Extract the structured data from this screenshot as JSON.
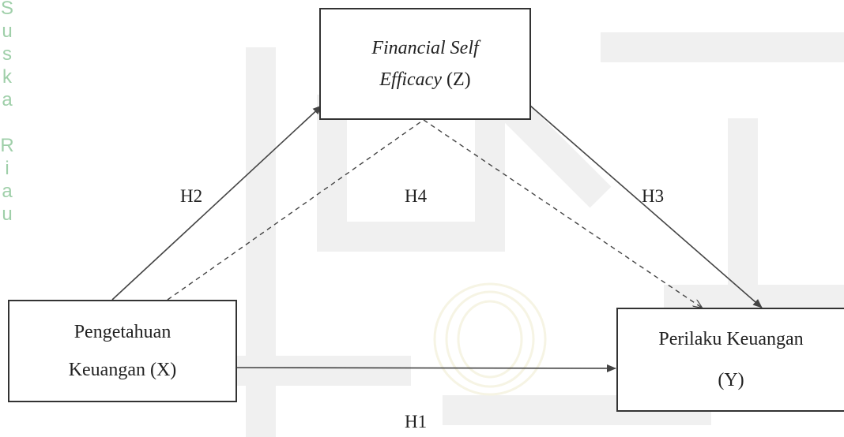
{
  "nodes": {
    "z": {
      "line1": "Financial Self",
      "line2_italic": "Efficacy",
      "line2_rest": " (Z)"
    },
    "x": {
      "line1": "Pengetahuan",
      "line2": "Keuangan (X)"
    },
    "y": {
      "line1": "Perilaku Keuangan",
      "line2": "(Y)"
    }
  },
  "edges": [
    {
      "label": "H1",
      "from": "X",
      "to": "Y",
      "style": "solid"
    },
    {
      "label": "H2",
      "from": "X",
      "to": "Z",
      "style": "solid"
    },
    {
      "label": "H3",
      "from": "Z",
      "to": "Y",
      "style": "solid"
    },
    {
      "label": "H4",
      "from": "X",
      "to": "Y",
      "via": "Z",
      "style": "dashed"
    }
  ],
  "watermark": {
    "side_text": "Suska Riau",
    "color": "#9fcfa9"
  },
  "colors": {
    "line": "#444444",
    "border": "#333333"
  }
}
